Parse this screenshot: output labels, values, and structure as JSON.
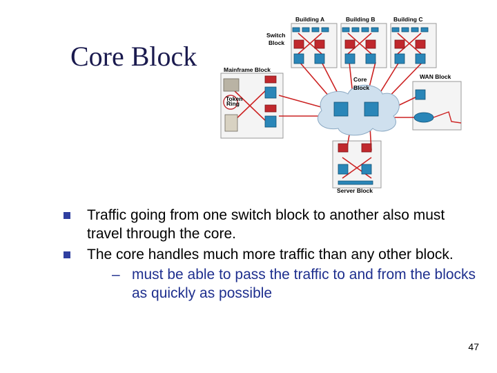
{
  "slide": {
    "title": "Core Block",
    "page_number": "47"
  },
  "diagram": {
    "labels": {
      "building_a": "Building A",
      "building_b": "Building B",
      "building_c": "Building C",
      "switch_block_1": "Switch",
      "switch_block_2": "Block",
      "mainframe_block": "Mainframe Block",
      "core_1": "Core",
      "core_2": "Block",
      "wan_block": "WAN Block",
      "token_ring_1": "Token",
      "token_ring_2": "Ring",
      "server_block": "Server Block"
    }
  },
  "bullets": [
    {
      "text": "Traffic going from one switch block to another also must travel through the core."
    },
    {
      "text": "The core handles much more traffic than any other block.",
      "sub": "must be able to pass the traffic to and from the blocks as quickly as possible"
    }
  ],
  "colors": {
    "title": "#1a1a4e",
    "bullet_marker": "#2f3fa0",
    "sub_text": "#1e2f8e",
    "link": "#cc2222",
    "switch": "#2a86b8",
    "router": "#c0282d"
  }
}
